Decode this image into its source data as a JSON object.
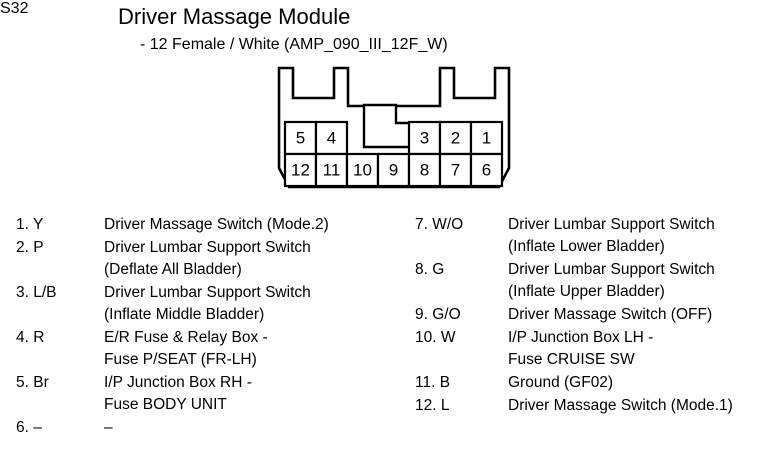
{
  "header": {
    "connector_code": "S32",
    "module_title": "Driver  Massage Module",
    "connector_spec": "- 12 Female / White (AMP_090_III_12F_W)"
  },
  "connector": {
    "cells_top": [
      "5",
      "4",
      "",
      "",
      "3",
      "2",
      "1"
    ],
    "cells_bottom": [
      "12",
      "11",
      "10",
      "9",
      "8",
      "7",
      "6"
    ],
    "top_row_gap_positions": [
      2,
      3
    ],
    "pin_count": 12,
    "gender": "Female",
    "housing_color": "White",
    "part_code": "AMP_090_III_12F_W",
    "outline_color": "#000000",
    "fill_color": "#ffffff"
  },
  "pins_left": [
    {
      "key": "1. Y",
      "lines": [
        "Driver Massage Switch (Mode.2)"
      ]
    },
    {
      "key": "2. P",
      "lines": [
        "Driver Lumbar Support Switch",
        "(Deflate All Bladder)"
      ]
    },
    {
      "key": "3. L/B",
      "lines": [
        "Driver Lumbar Support Switch",
        "(Inflate Middle Bladder)"
      ]
    },
    {
      "key": "4. R",
      "lines": [
        "E/R Fuse & Relay Box  -",
        "Fuse P/SEAT (FR-LH)"
      ]
    },
    {
      "key": "5. Br",
      "lines": [
        "I/P Junction Box RH -",
        "Fuse BODY UNIT"
      ]
    },
    {
      "key": "6. –",
      "lines": [
        "–"
      ]
    }
  ],
  "pins_right": [
    {
      "key": "7. W/O",
      "lines": [
        "Driver Lumbar Support Switch",
        "(Inflate Lower Bladder)"
      ]
    },
    {
      "key": "8. G",
      "lines": [
        "Driver Lumbar Support Switch",
        "(Inflate Upper Bladder)"
      ]
    },
    {
      "key": "9. G/O",
      "lines": [
        "Driver Massage Switch (OFF)"
      ]
    },
    {
      "key": "10. W",
      "lines": [
        "I/P Junction Box LH -",
        "Fuse CRUISE SW"
      ]
    },
    {
      "key": "11. B",
      "lines": [
        "Ground (GF02)"
      ]
    },
    {
      "key": "12. L",
      "lines": [
        "Driver Massage Switch (Mode.1)"
      ]
    }
  ]
}
